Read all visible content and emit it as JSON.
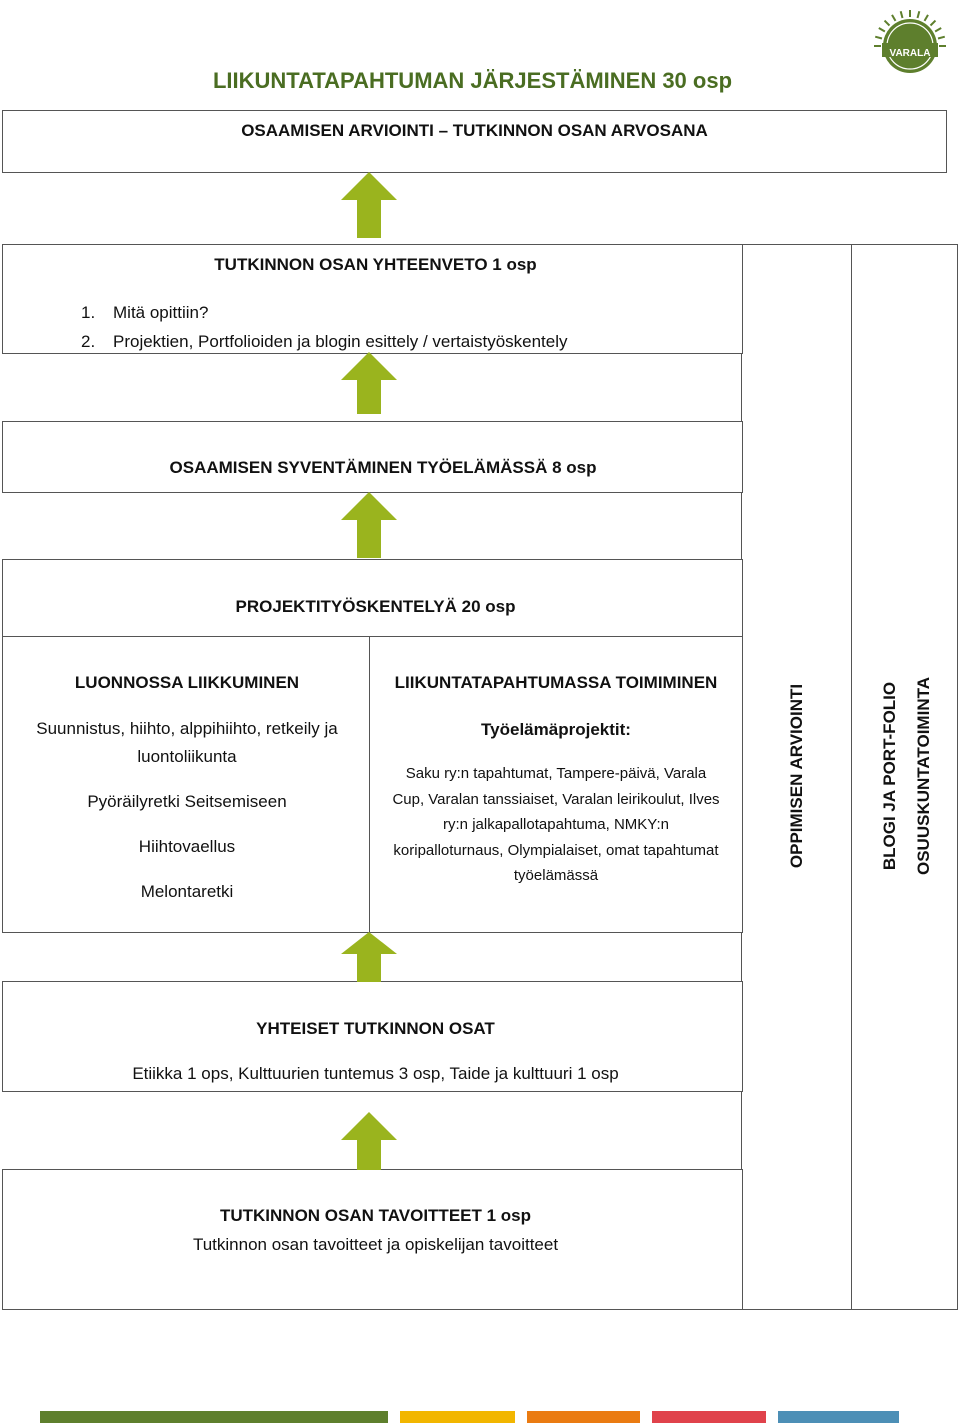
{
  "logo": {
    "text": "VARALA",
    "color": "#5e7f2d"
  },
  "title": "LIIKUNTATAPAHTUMAN JÄRJESTÄMINEN 30 osp",
  "assessment": {
    "heading": "OSAAMISEN ARVIOINTI – TUTKINNON OSAN ARVOSANA"
  },
  "summary": {
    "heading": "TUTKINNON OSAN YHTEENVETO 1 osp",
    "items": [
      {
        "num": "1.",
        "text": "Mitä opittiin?"
      },
      {
        "num": "2.",
        "text": "Projektien, Portfolioiden ja blogin esittely / vertaistyöskentely"
      }
    ]
  },
  "deepening": {
    "heading": "OSAAMISEN SYVENTÄMINEN TYÖELÄMÄSSÄ 8 osp"
  },
  "project": {
    "heading": "PROJEKTITYÖSKENTELYÄ 20 osp",
    "left": {
      "heading": "LUONNOSSA LIIKKUMINEN",
      "items": [
        "Suunnistus, hiihto, alppihiihto, retkeily ja luontoliikunta",
        "Pyöräilyretki Seitsemiseen",
        "Hiihtovaellus",
        "Melontaretki"
      ]
    },
    "right": {
      "heading": "LIIKUNTATAPAHTUMASSA TOIMIMINEN",
      "subheading": "Työelämäprojektit:",
      "text": "Saku ry:n tapahtumat, Tampere-päivä, Varala Cup, Varalan tanssiaiset, Varalan leirikoulut, Ilves ry:n jalkapallotapahtuma, NMKY:n koripalloturnaus, Olympialaiset, omat tapahtumat työelämässä"
    }
  },
  "side": {
    "col1": "OPPIMISEN ARVIOINTI",
    "col2_line1": "BLOGI JA PORT-FOLIO",
    "col2_line2": "OSUUSKUNTATOIMINTA"
  },
  "common": {
    "heading": "YHTEISET TUTKINNON OSAT",
    "text": "Etiikka 1 ops, Kulttuurien tuntemus 3 osp, Taide ja kulttuuri 1 osp"
  },
  "goals": {
    "heading": "TUTKINNON OSAN TAVOITTEET 1 osp",
    "text": "Tutkinnon osan tavoitteet ja opiskelijan tavoitteet"
  },
  "colors": {
    "arrow": "#9ab41e",
    "stripes": [
      "#5e7f2d",
      "#f2b600",
      "#ea7b12",
      "#e0424b",
      "#4d8fb6"
    ]
  }
}
